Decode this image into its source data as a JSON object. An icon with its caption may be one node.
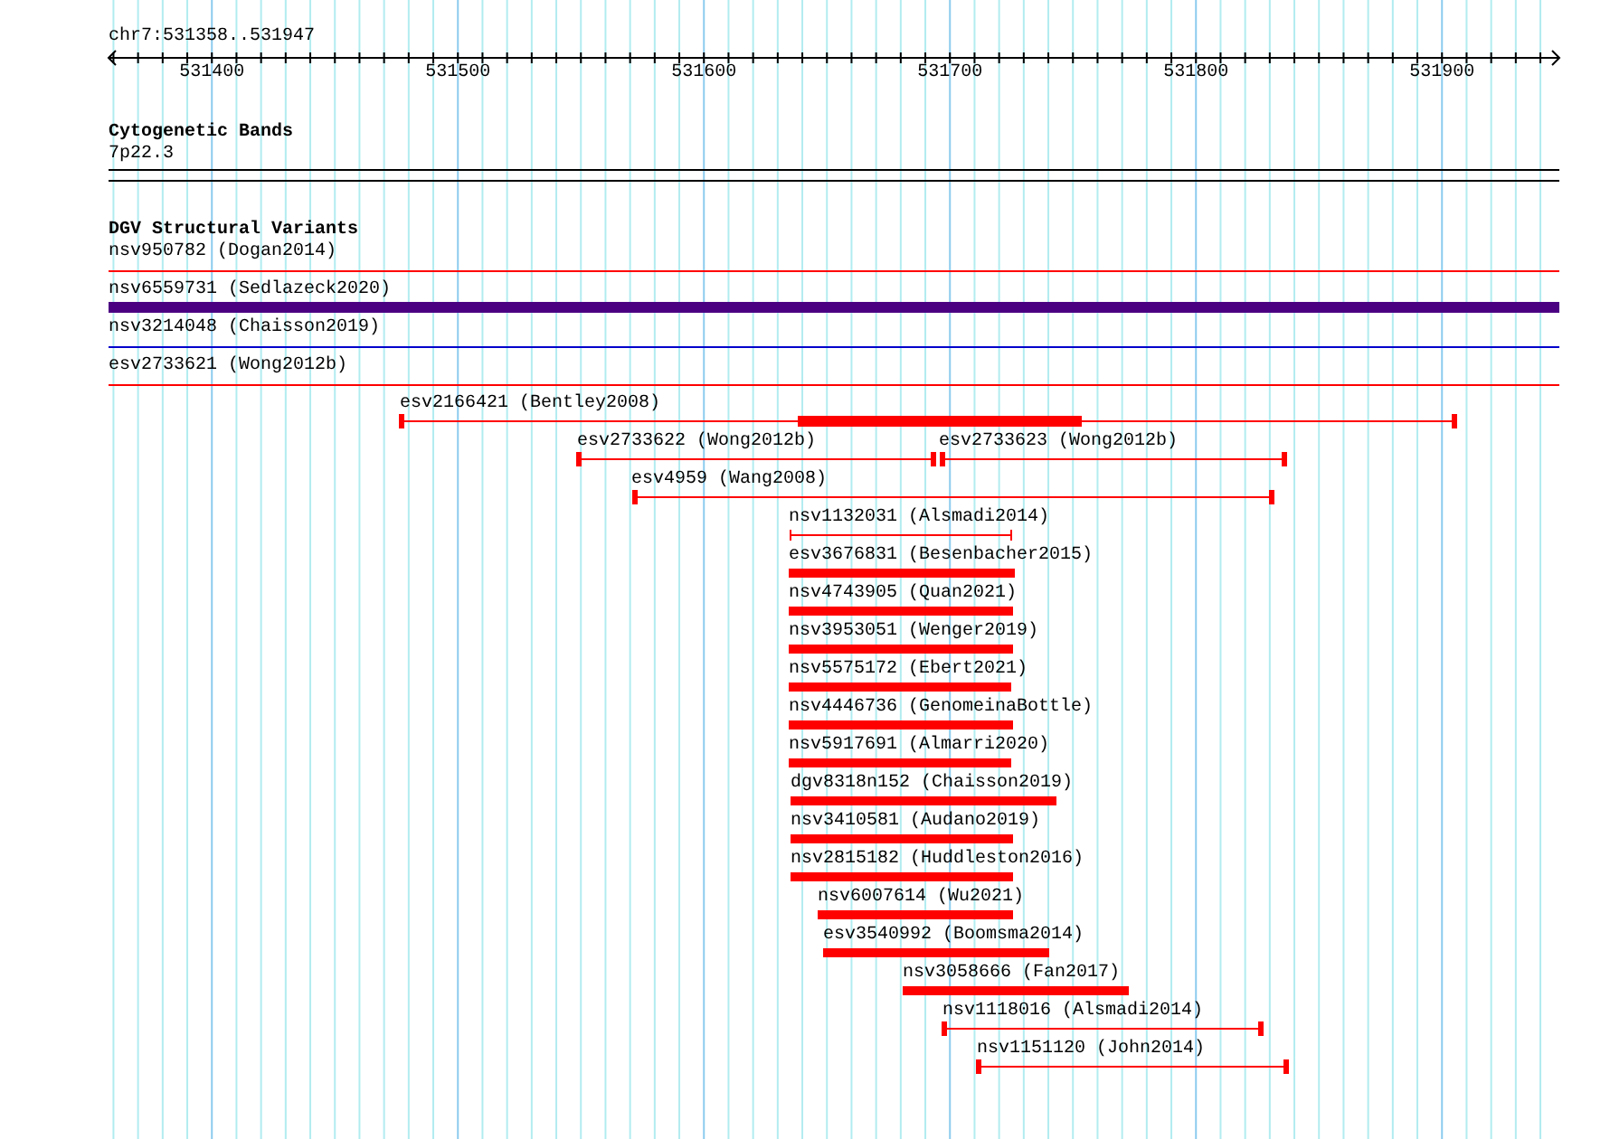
{
  "diagram": {
    "title": "chr7:531358..531947",
    "nodes": [
      {
        "text": [
          "nsv950782 (Dogan2014)"
        ]
      },
      {
        "text": [
          "nsv6559731 (Sedlazeck2020)"
        ]
      },
      {
        "text": [
          "nsv3214048 (Chaisson2019)"
        ]
      },
      {
        "text": [
          "esv2733621 (Wong2012b)"
        ]
      },
      {
        "text": [
          "esv2166421 (Bentley2008)"
        ]
      },
      {
        "text": [
          "esv2733622 (Wong2012b)"
        ]
      },
      {
        "text": [
          "esv2733623 (Wong2012b)"
        ]
      },
      {
        "text": [
          "esv4959 (Wang2008)"
        ]
      },
      {
        "text": [
          "nsv1132031 (Alsmadi2014)"
        ]
      },
      {
        "text": [
          "esv3676831 (Besenbacher2015)"
        ]
      },
      {
        "text": [
          "nsv4743905 (Quan2021)"
        ]
      },
      {
        "text": [
          "nsv3953051 (Wenger2019)"
        ]
      },
      {
        "text": [
          "nsv5575172 (Ebert2021)"
        ]
      },
      {
        "text": [
          "nsv4446736 (GenomeinaBottle)"
        ]
      },
      {
        "text": [
          "nsv5917691 (Almarri2020)"
        ]
      },
      {
        "text": [
          "dgv8318n152 (Chaisson2019)"
        ]
      },
      {
        "text": [
          "nsv3410581 (Audano2019)"
        ]
      },
      {
        "text": [
          "nsv2815182 (Huddleston2016)"
        ]
      },
      {
        "text": [
          "nsv6007614 (Wu2021)"
        ]
      },
      {
        "text": [
          "esv3540992 (Boomsma2014)"
        ]
      },
      {
        "text": [
          "nsv3058666 (Fan2017)"
        ]
      },
      {
        "text": [
          "nsv1118016 (Alsmadi2014)"
        ]
      },
      {
        "text": [
          "nsv1151120 (John2014)"
        ]
      }
    ],
    "labels": [
      "531400",
      "531500",
      "531600",
      "531700",
      "531800",
      "531900",
      "Cytogenetic Bands",
      "7p22.3",
      "DGV Structural Variants"
    ]
  }
}
